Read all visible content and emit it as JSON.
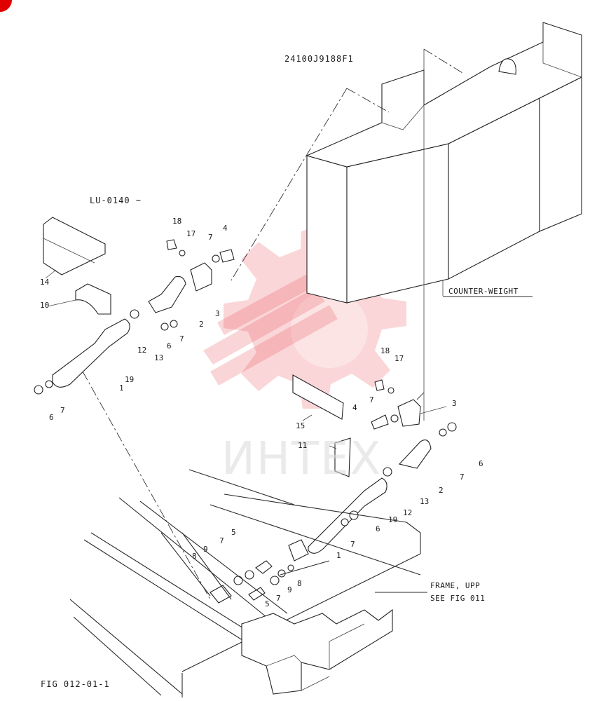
{
  "drawing": {
    "part_code": "24100J9188F1",
    "serial_note": "LU-0140 ~",
    "figure_ref": "FIG 012-01-1",
    "counterweight_label": "COUNTER-WEIGHT",
    "frame_label_line1": "FRAME, UPP",
    "frame_label_line2": "SEE FIG 011",
    "watermark": "ИНТЕХ"
  },
  "callouts": [
    "18",
    "17",
    "7",
    "4",
    "14",
    "10",
    "2",
    "3",
    "6",
    "7",
    "13",
    "12",
    "19",
    "1",
    "6",
    "7",
    "18",
    "17",
    "3",
    "7",
    "4",
    "15",
    "11",
    "6",
    "7",
    "2",
    "13",
    "12",
    "19",
    "6",
    "7",
    "1",
    "5",
    "7",
    "9",
    "8",
    "9",
    "8",
    "5",
    "7"
  ],
  "colors": {
    "line": "#222222",
    "watermark": "#e8464f",
    "corner_mark": "#e00000"
  }
}
